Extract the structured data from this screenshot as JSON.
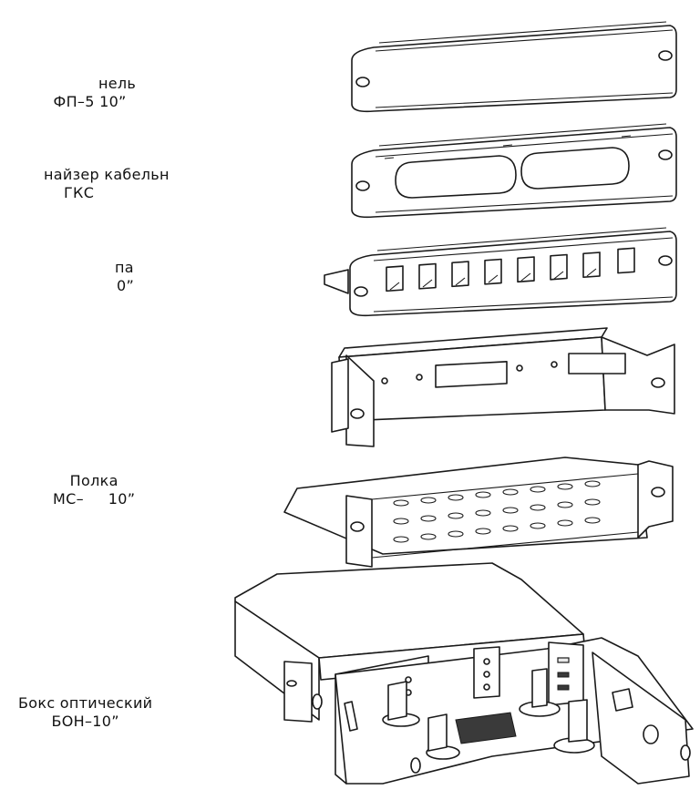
{
  "labels": {
    "panel_fp5": {
      "line1": "нель",
      "line2": "ФП–5 10”"
    },
    "organizer_gko": {
      "line1": "нaйзер кабельн",
      "line2": "ГКС"
    },
    "patch_panel": {
      "line1": "па",
      "line2": "0”"
    },
    "shelf_ms": {
      "line1": "Полка",
      "line2": "МС–     10”"
    },
    "box_bon": {
      "line1": "Бокс оптический",
      "line2": "БОН–10”"
    }
  }
}
